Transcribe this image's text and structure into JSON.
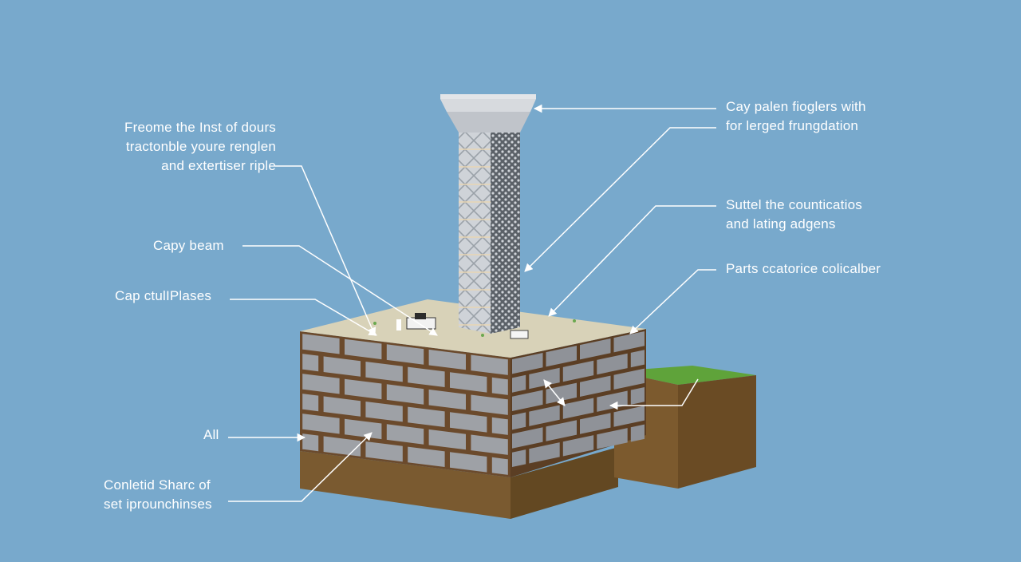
{
  "colors": {
    "background": "#78a9cc",
    "brick": "#9ea1a6",
    "mortar": "#6b4a2c",
    "soil": "#7a5a30",
    "grass": "#5fa33a",
    "slab_top": "#d8d2b8",
    "column": "#c8ccd2",
    "callout_line": "#ffffff"
  },
  "labels": {
    "top_left": [
      "Freome the Inst of dours",
      "tractonble youre renglen",
      "and extertiser riple"
    ],
    "capy_beam": "Capy beam",
    "cap_stull": "Cap ctulIPlases",
    "all": "All",
    "bottom_left": [
      "Conletid Sharc of",
      "set iprounchinses"
    ],
    "top_right": [
      "Cay palen fioglers with",
      "for lerged frungdation"
    ],
    "mid_right": [
      "Suttel the counticatios",
      "and lating adgens"
    ],
    "parts": "Parts ccatorice colicalber"
  },
  "icons": [
    "arrow-icon",
    "column-icon",
    "brick-wall-icon",
    "grass-icon"
  ]
}
